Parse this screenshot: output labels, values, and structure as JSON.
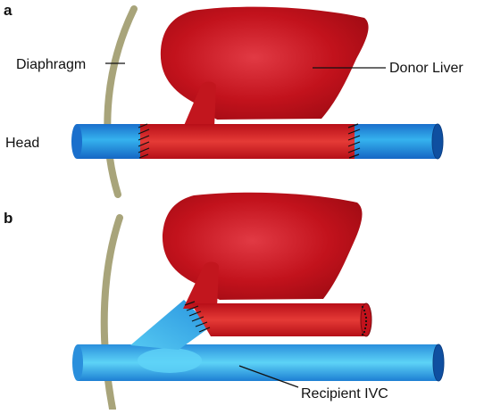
{
  "panels": [
    {
      "letter": "a",
      "labels": {
        "diaphragm": "Diaphragm",
        "donor_liver": "Donor Liver",
        "head": "Head"
      }
    },
    {
      "letter": "b",
      "labels": {
        "recipient_ivc": "Recipient IVC"
      }
    }
  ],
  "colors": {
    "liver_dark": "#9b0a12",
    "liver_mid": "#c8141e",
    "liver_light": "#e0303a",
    "ivc_blue_dark": "#1566c4",
    "ivc_blue_mid": "#2a9be2",
    "ivc_blue_light": "#5fd0f5",
    "donor_red": "#d7262d",
    "diaphragm": "#a8a47a",
    "suture": "#111111"
  }
}
